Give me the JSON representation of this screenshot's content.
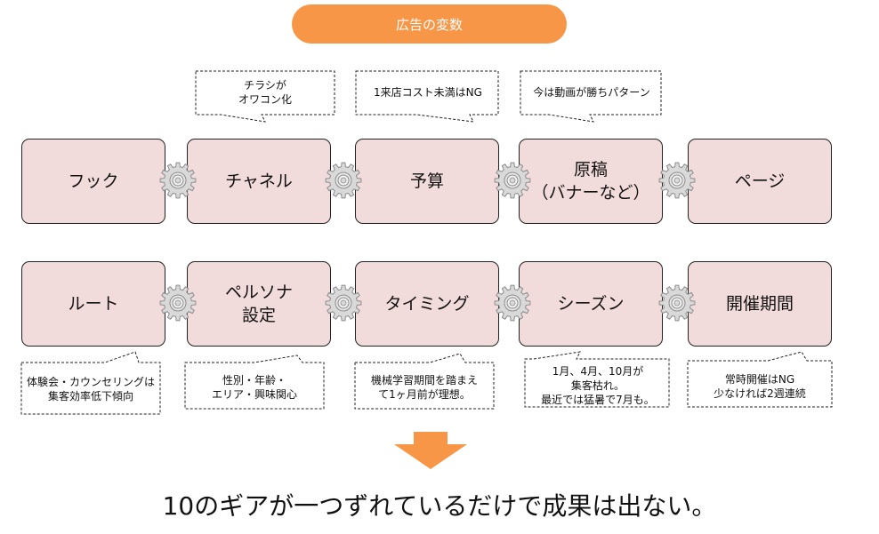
{
  "title": "広告の変数",
  "colors": {
    "accent": "#f79646",
    "box_fill": "#f2dcdb",
    "gear": "#d9d9d9"
  },
  "rows": [
    {
      "boxes": [
        {
          "label": "フック"
        },
        {
          "label": "チャネル"
        },
        {
          "label": "予算"
        },
        {
          "label": "原稿\n（バナーなど）"
        },
        {
          "label": "ページ"
        }
      ]
    },
    {
      "boxes": [
        {
          "label": "ルート"
        },
        {
          "label": "ペルソナ\n設定"
        },
        {
          "label": "タイミング"
        },
        {
          "label": "シーズン"
        },
        {
          "label": "開催期間"
        }
      ]
    }
  ],
  "top_callouts": [
    {
      "target": "チャネル",
      "text": "チラシが\nオワコン化"
    },
    {
      "target": "予算",
      "text": "1来店コスト未満はNG"
    },
    {
      "target": "原稿（バナーなど）",
      "text": "今は動画が勝ちパターン"
    }
  ],
  "bottom_callouts": [
    {
      "target": "ルート",
      "text": "体験会・カウンセリングは\n集客効率低下傾向"
    },
    {
      "target": "ペルソナ設定",
      "text": "性別・年齢・\nエリア・興味関心"
    },
    {
      "target": "タイミング",
      "text": "機械学習期間を踏まえ\nて1ヶ月前が理想。"
    },
    {
      "target": "シーズン",
      "text": "1月、4月、10月が\n集客枯れ。\n最近では猛暑で7月も。"
    },
    {
      "target": "開催期間",
      "text": "常時開催はNG\n少なければ2週連続"
    }
  ],
  "icons": {
    "gear": "gear-icon",
    "arrow": "arrow-down-icon"
  },
  "conclusion": "10のギアが一つずれているだけで成果は出ない。"
}
